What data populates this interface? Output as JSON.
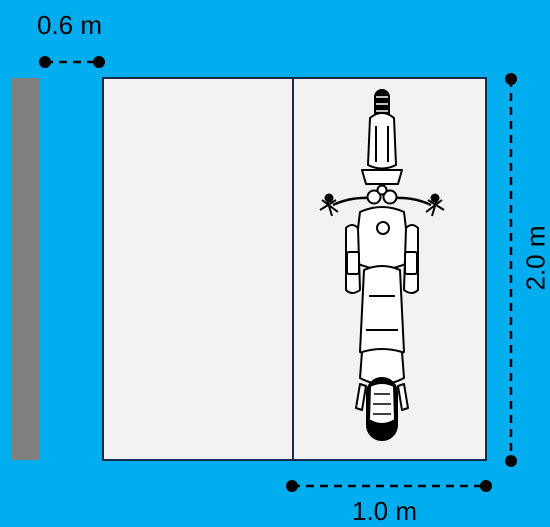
{
  "diagram": {
    "gap_label": "0.6 m",
    "width_label": "1.0 m",
    "length_label": "2.0 m"
  },
  "colors": {
    "background": "#00AEEF",
    "bay_fill": "#F2F2F2",
    "wall": "#808080",
    "lines": "#000000"
  },
  "icons": [
    "motorcycle-icon"
  ]
}
